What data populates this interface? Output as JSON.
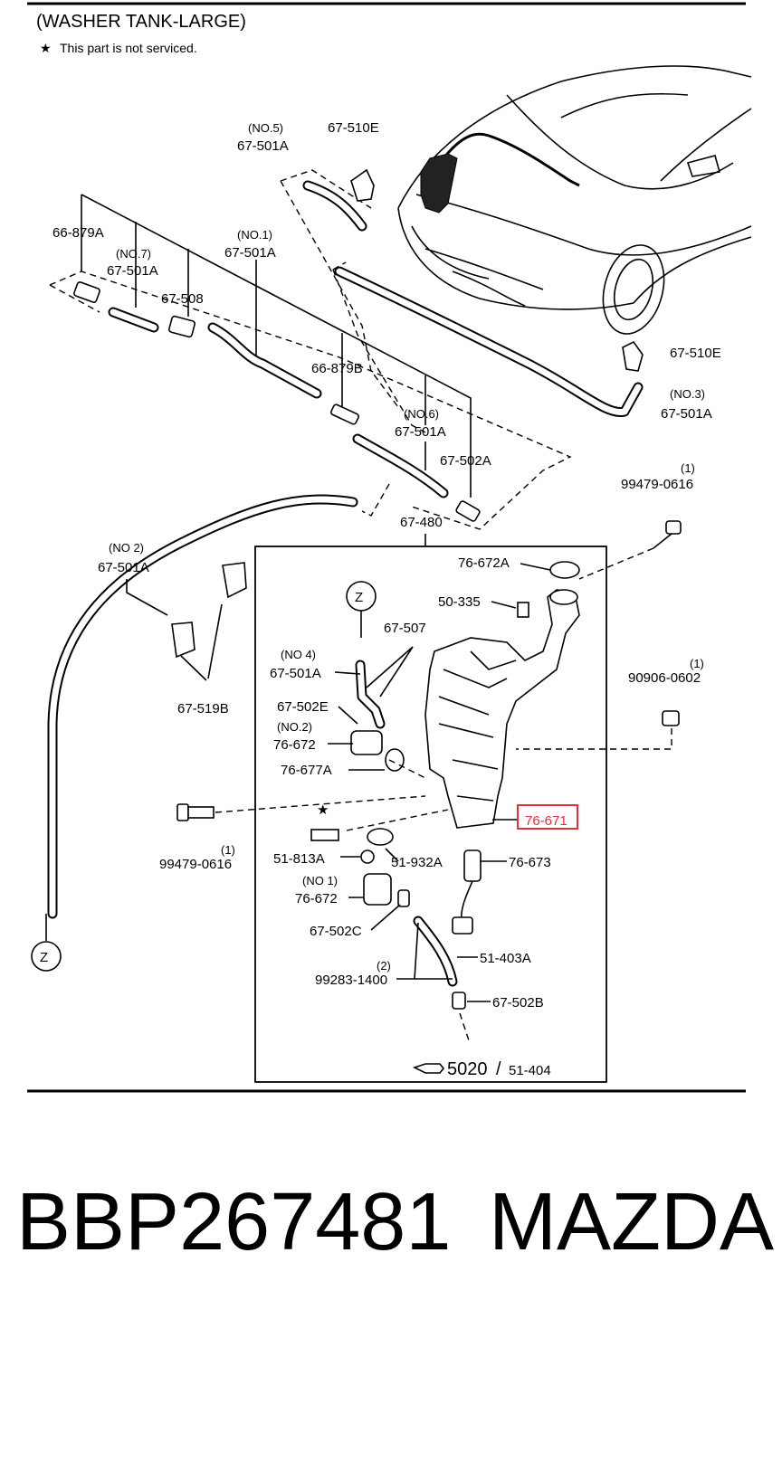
{
  "header": {
    "title": "(WASHER TANK-LARGE)",
    "note_symbol": "★",
    "note_text": "This part is not serviced."
  },
  "labels": {
    "no5": "(NO.5)",
    "p67_501A_no5": "67-501A",
    "p67_510E_top": "67-510E",
    "p66_879A": "66-879A",
    "no7": "(NO.7)",
    "p67_501A_no7": "67-501A",
    "no1_top": "(NO.1)",
    "p67_501A_no1": "67-501A",
    "p67_508": "67-508",
    "p66_879B": "66-879B",
    "no6": "(NO.6)",
    "p67_501A_no6": "67-501A",
    "p67_502A": "67-502A",
    "p67_510E_right": "67-510E",
    "no3": "(NO.3)",
    "p67_501A_no3": "67-501A",
    "qty1_a": "(1)",
    "p99479_0616_a": "99479-0616",
    "p67_480": "67-480",
    "no2_left": "(NO 2)",
    "p67_501A_no2": "67-501A",
    "p67_519B": "67-519B",
    "p76_672A": "76-672A",
    "p50_335": "50-335",
    "z_top": "Z",
    "p67_507": "67-507",
    "no4": "(NO 4)",
    "p67_501A_no4": "67-501A",
    "p67_502E": "67-502E",
    "no2_mid": "(NO.2)",
    "p76_672_no2": "76-672",
    "p76_677A": "76-677A",
    "qty1_b": "(1)",
    "p90906_0602": "90906-0602",
    "p76_671": "76-671",
    "star": "★",
    "p99479_0616_b": "99479-0616",
    "qty1_c": "(1)",
    "p51_813A": "51-813A",
    "p51_932A": "51-932A",
    "p76_673": "76-673",
    "no1_mid": "(NO 1)",
    "p76_672_no1": "76-672",
    "p67_502C": "67-502C",
    "p51_403A": "51-403A",
    "qty2": "(2)",
    "p99283_1400": "99283-1400",
    "p67_502B": "67-502B",
    "ref_5020": "5020",
    "ref_sep": "/",
    "ref_51_404": "51-404",
    "z_bottom": "Z"
  },
  "highlight": {
    "part": "76-671",
    "color": "#e0303a"
  },
  "footer": {
    "part_number": "BBP267481",
    "brand": "MAZDA"
  }
}
